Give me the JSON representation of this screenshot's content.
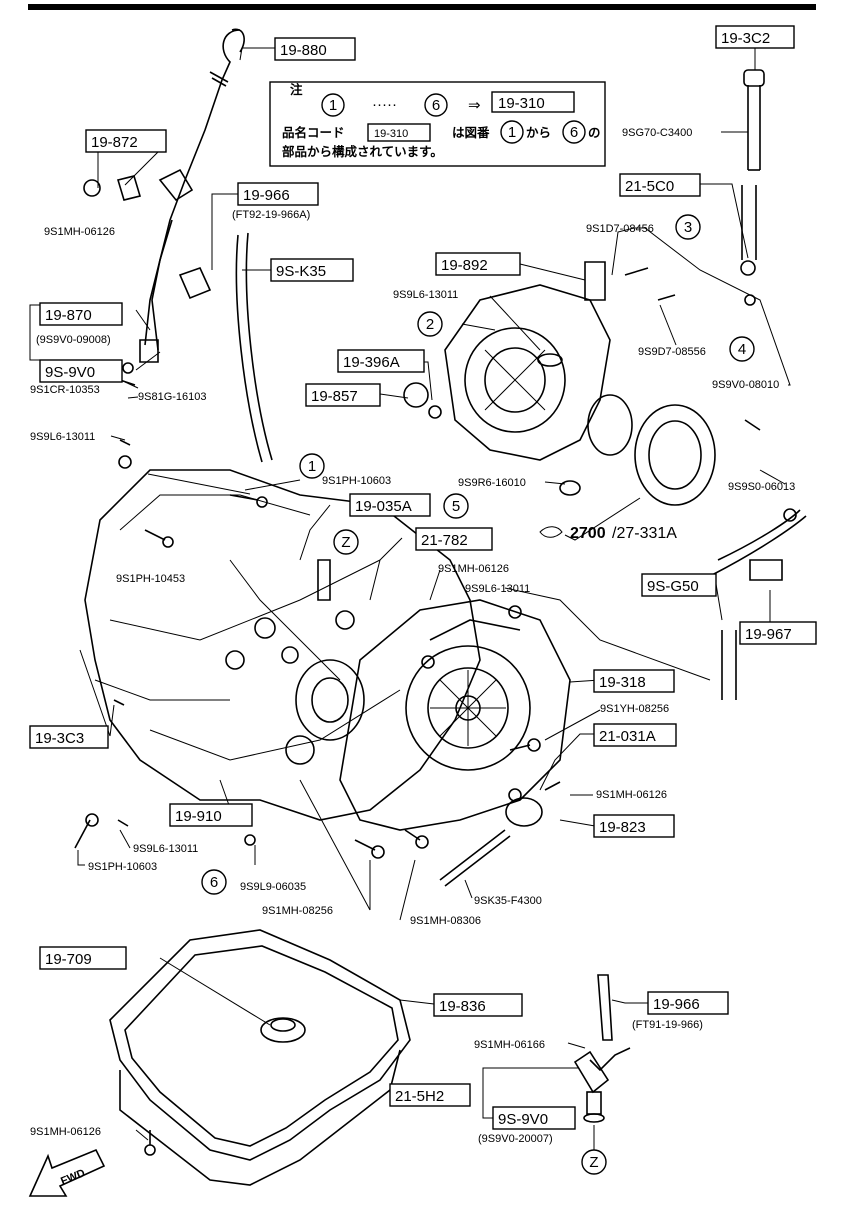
{
  "part_refs": {
    "r19_880": "19-880",
    "r19_872": "19-872",
    "r19_966_top": "19-966",
    "r19_966_top_sub": "(FT92-19-966A)",
    "r9s_k35": "9S-K35",
    "r19_870": "19-870",
    "r9s_9v0_top": "9S-9V0",
    "r9s9v0_sub_top": "(9S9V0-09008)",
    "r19_3c2": "19-3C2",
    "r21_5c0": "21-5C0",
    "r19_892": "19-892",
    "r19_396a": "19-396A",
    "r19_857": "19-857",
    "r19_035a": "19-035A",
    "r21_782": "21-782",
    "r9s_g50": "9S-G50",
    "r19_967": "19-967",
    "r19_318": "19-318",
    "r21_031a": "21-031A",
    "r19_823": "19-823",
    "r19_3c3": "19-3C3",
    "r19_910": "19-910",
    "r19_709": "19-709",
    "r19_836": "19-836",
    "r19_966_bot": "19-966",
    "r19_966_bot_sub": "(FT91-19-966)",
    "r21_5h2": "21-5H2",
    "r9s_9v0_bot": "9S-9V0",
    "r9s9v0_sub_bot": "(9S9V0-20007)",
    "ref_2700": "2700",
    "ref_27_331a": "/27-331A"
  },
  "note": {
    "title": "注",
    "from": "1",
    "dots": "·····",
    "to": "6",
    "arrow": "⇒",
    "target": "19-310",
    "line2_a": "品名コード",
    "line2_code": "19-310",
    "line2_b": "は図番",
    "line2_c": "から",
    "line2_d": "の",
    "line3": "部品から構成されています。"
  },
  "part_numbers": {
    "p_9s1mh_06126_a": "9S1MH-06126",
    "p_9sg70_c3400": "9SG70-C3400",
    "p_9s1d7_08456": "9S1D7-08456",
    "p_9s9l6_13011_a": "9S9L6-13011",
    "p_9s9d7_08556": "9S9D7-08556",
    "p_9s9v0_08010": "9S9V0-08010",
    "p_9s81g_16103": "9S81G-16103",
    "p_9s1cr_10353": "9S1CR-10353",
    "p_9s9l6_13011_b": "9S9L6-13011",
    "p_9s1ph_10603_a": "9S1PH-10603",
    "p_9s9r6_16010": "9S9R6-16010",
    "p_9s9s0_06013": "9S9S0-06013",
    "p_9s1ph_10453": "9S1PH-10453",
    "p_9s1mh_06126_b": "9S1MH-06126",
    "p_9s9l6_13011_c": "9S9L6-13011",
    "p_9s1yh_08256": "9S1YH-08256",
    "p_9s1mh_06126_c": "9S1MH-06126",
    "p_9s9l6_13011_d": "9S9L6-13011",
    "p_9s1ph_10603_b": "9S1PH-10603",
    "p_9s9l9_06035": "9S9L9-06035",
    "p_9sk35_f4300": "9SK35-F4300",
    "p_9s1mh_08256": "9S1MH-08256",
    "p_9s1mh_08306": "9S1MH-08306",
    "p_9s1mh_06166": "9S1MH-06166",
    "p_9s1mh_06126_d": "9S1MH-06126"
  },
  "callouts": {
    "c1_top": "1",
    "c2": "2",
    "c3": "3",
    "c4": "4",
    "c5": "5",
    "c6": "6",
    "cz_top": "Z",
    "cz_bot": "Z"
  },
  "fwd_label": "FWD"
}
